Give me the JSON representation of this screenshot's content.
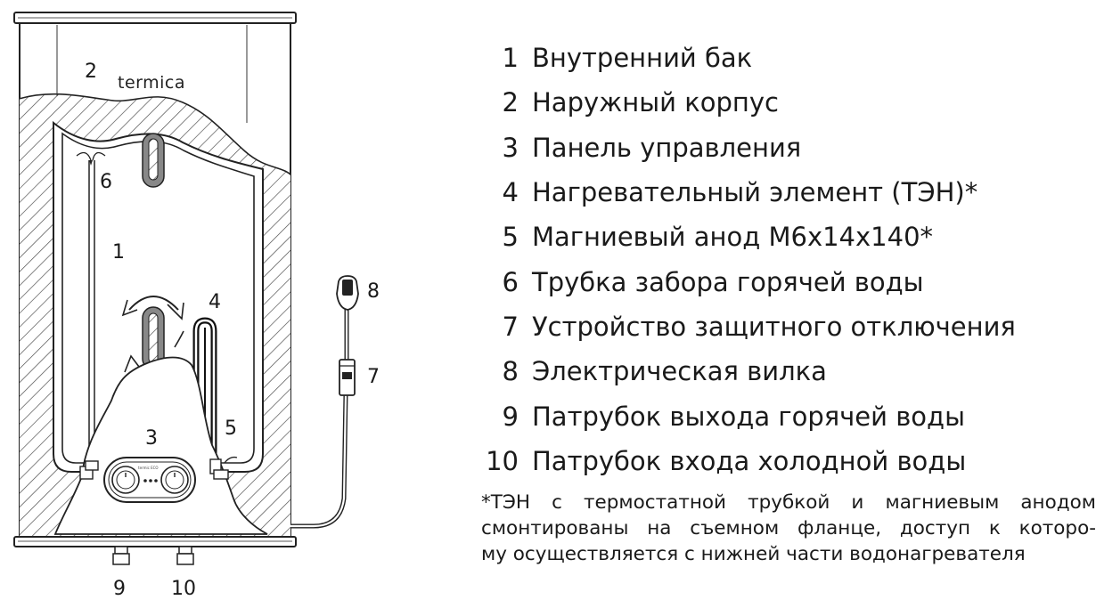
{
  "brand": "termica",
  "callouts": {
    "c1": "1",
    "c2": "2",
    "c3": "3",
    "c4": "4",
    "c5": "5",
    "c6": "6",
    "c7": "7",
    "c8": "8",
    "c9": "9",
    "c10": "10"
  },
  "legend": [
    {
      "num": "1",
      "text": "Внутренний бак"
    },
    {
      "num": "2",
      "text": "Наружный корпус"
    },
    {
      "num": "3",
      "text": "Панель управления"
    },
    {
      "num": "4",
      "text": "Нагревательный элемент (ТЭН)*"
    },
    {
      "num": "5",
      "text": "Магниевый анод М6х14х140*"
    },
    {
      "num": "6",
      "text": "Трубка забора горячей воды"
    },
    {
      "num": "7",
      "text": "Устройство защитного отключения"
    },
    {
      "num": "8",
      "text": "Электрическая вилка"
    },
    {
      "num": "9",
      "text": "Патрубок выхода горячей воды"
    },
    {
      "num": "10",
      "text": "Патрубок входа холодной воды"
    }
  ],
  "footnote": [
    "*ТЭН с термостатной трубкой и магниевым анодом",
    "смонтированы на съемном фланце, доступ к которо-",
    "му осуществляется с нижней части водонагревателя"
  ],
  "panel_label": "termic ECO"
}
